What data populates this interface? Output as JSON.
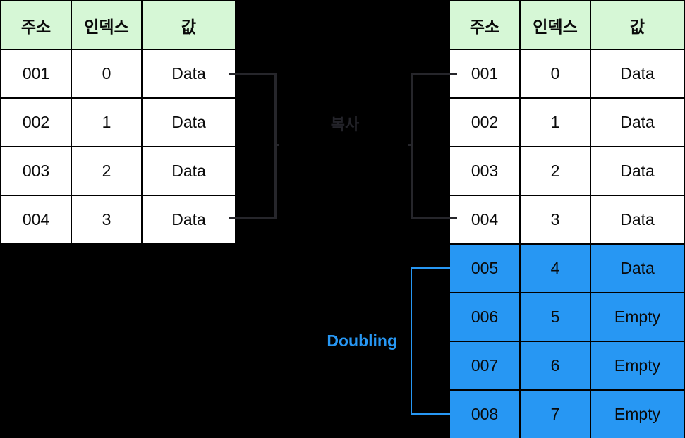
{
  "colors": {
    "background": "#000000",
    "table_border": "#000000",
    "header_bg": "#d6f7d6",
    "cell_bg": "#ffffff",
    "highlight_bg": "#2797f3",
    "cell_text": "#0a0a0a",
    "bracket_dark": "#26262b",
    "copy_label_color": "#232329",
    "doubling_color": "#2797f3"
  },
  "labels": {
    "copy": "복사",
    "doubling": "Doubling"
  },
  "left_table": {
    "columns": [
      "주소",
      "인덱스",
      "값"
    ],
    "rows": [
      {
        "cells": [
          "001",
          "0",
          "Data"
        ],
        "highlight": false
      },
      {
        "cells": [
          "002",
          "1",
          "Data"
        ],
        "highlight": false
      },
      {
        "cells": [
          "003",
          "2",
          "Data"
        ],
        "highlight": false
      },
      {
        "cells": [
          "004",
          "3",
          "Data"
        ],
        "highlight": false
      }
    ]
  },
  "right_table": {
    "columns": [
      "주소",
      "인덱스",
      "값"
    ],
    "rows": [
      {
        "cells": [
          "001",
          "0",
          "Data"
        ],
        "highlight": false
      },
      {
        "cells": [
          "002",
          "1",
          "Data"
        ],
        "highlight": false
      },
      {
        "cells": [
          "003",
          "2",
          "Data"
        ],
        "highlight": false
      },
      {
        "cells": [
          "004",
          "3",
          "Data"
        ],
        "highlight": false
      },
      {
        "cells": [
          "005",
          "4",
          "Data"
        ],
        "highlight": true
      },
      {
        "cells": [
          "006",
          "5",
          "Empty"
        ],
        "highlight": true
      },
      {
        "cells": [
          "007",
          "6",
          "Empty"
        ],
        "highlight": true
      },
      {
        "cells": [
          "008",
          "7",
          "Empty"
        ],
        "highlight": true
      }
    ]
  }
}
